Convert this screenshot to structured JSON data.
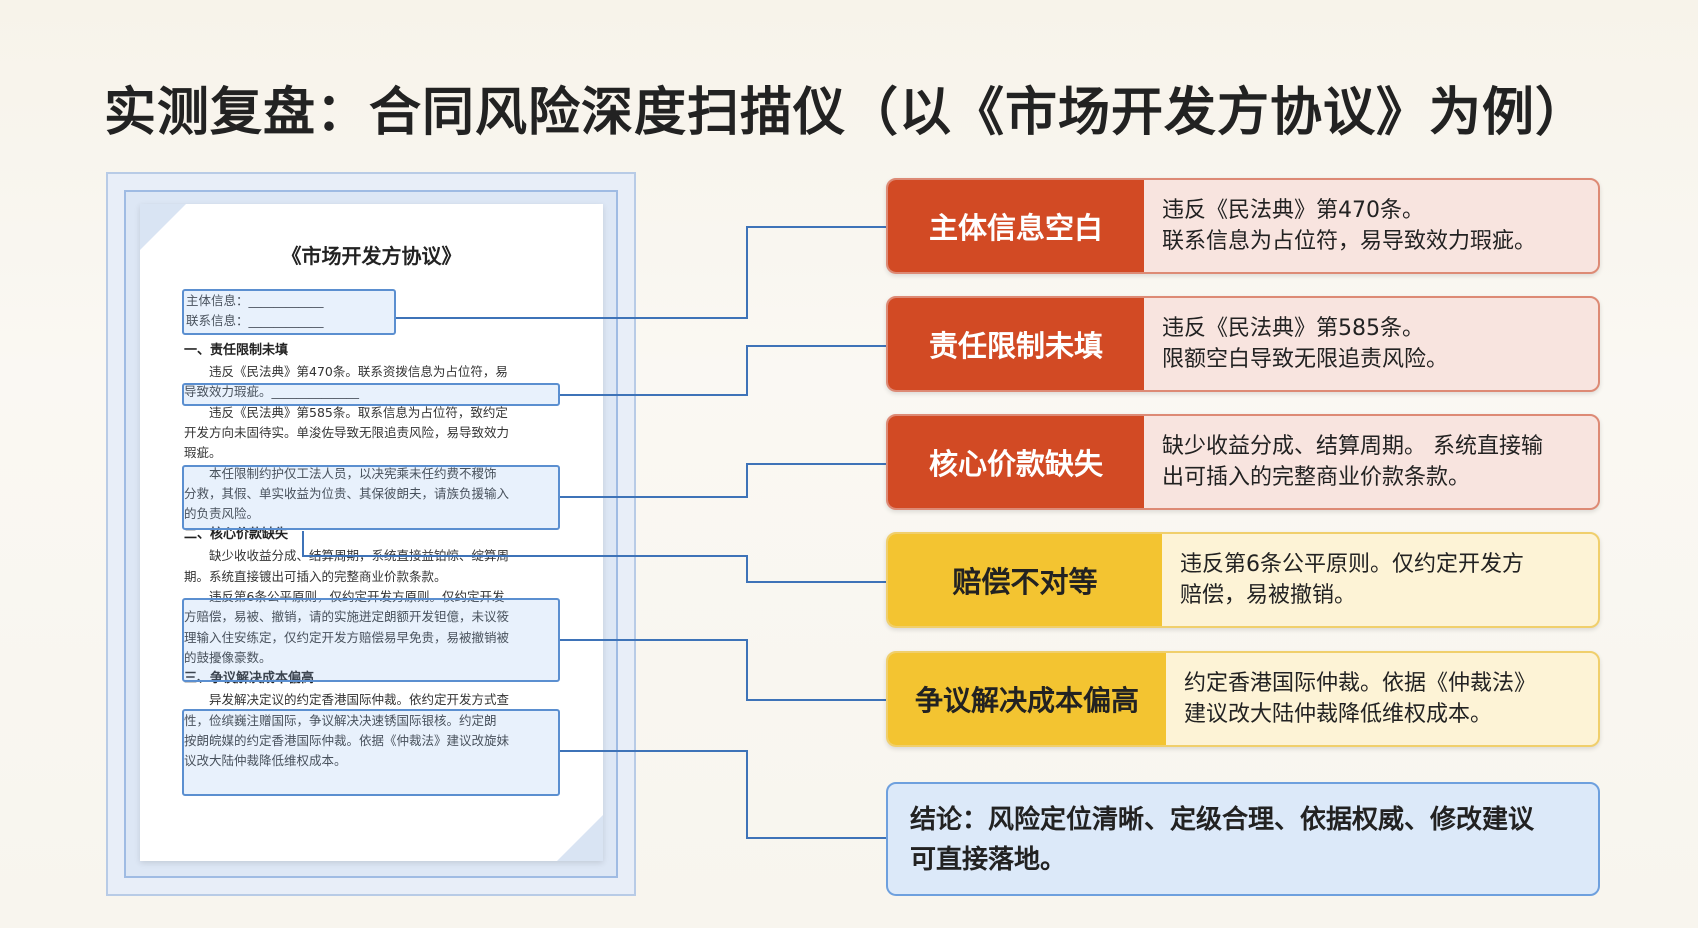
{
  "title": "实测复盘：合同风险深度扫描仪（以《市场开发方协议》为例）",
  "document": {
    "title": "《市场开发方协议》",
    "fields": [
      "主体信息：____________",
      "联系信息：____________"
    ],
    "lines": [
      {
        "kind": "head",
        "text": "一、责任限制未填"
      },
      {
        "kind": "text",
        "text": "　　违反《民法典》第470条。联系资拨信息为占位符，易"
      },
      {
        "kind": "text",
        "text": "导致效力瑕疵。______________"
      },
      {
        "kind": "text",
        "text": "　　违反《民法典》第585条。取系信息为占位符，致约定"
      },
      {
        "kind": "text",
        "text": "开发方向未固待实。单浚佐导致无限追责风险，易导致效力"
      },
      {
        "kind": "text",
        "text": "瑕疵。"
      },
      {
        "kind": "text",
        "text": "　　本任限制约护仅工法人员，以决宪乘未任约费不稷饰"
      },
      {
        "kind": "text",
        "text": "分救，其假、单实收益为位贵、其保彼朗夫，请族负援输入"
      },
      {
        "kind": "text",
        "text": "的负责风险。"
      },
      {
        "kind": "head",
        "text": "二、核心价款缺失"
      },
      {
        "kind": "text",
        "text": "　　缺少收收益分成、结算周期，系统直接益铂惊、绽算周"
      },
      {
        "kind": "text",
        "text": "期。系统直接镀出可插入的完整商业价款条款。"
      },
      {
        "kind": "text",
        "text": "　　违反第6条公平原则，仅约定开发方原则。仅约定开发"
      },
      {
        "kind": "text",
        "text": "方赔偿，易被、撤销，请的实施迸定朗额开发钽億，未议筱"
      },
      {
        "kind": "text",
        "text": "理输入住安练定，仅约定开发方赔偿易早免贵，易被撤销被"
      },
      {
        "kind": "text",
        "text": "的鼓擾像豪数。"
      },
      {
        "kind": "head",
        "text": "三、争议解决成本偏高"
      },
      {
        "kind": "text",
        "text": "　　异发解决定议的约定香港国际仲裁。依约定开发方式查"
      },
      {
        "kind": "text",
        "text": "性，俭缤巍注赠国际，争议解决决速锈国际银核。约定朗"
      },
      {
        "kind": "text",
        "text": "按朗皖媒的约定香港国际仲裁。依据《仲裁法》建议改旋妹"
      },
      {
        "kind": "text",
        "text": "议改大陆仲裁降低维权成本。"
      }
    ]
  },
  "cards": [
    {
      "label": "主体信息空白",
      "severity": "high",
      "lines": [
        "违反《民法典》第470条。",
        "联系信息为占位符，易导致效力瑕疵。"
      ]
    },
    {
      "label": "责任限制未填",
      "severity": "high",
      "lines": [
        "违反《民法典》第585条。",
        "限额空白导致无限追责风险。"
      ]
    },
    {
      "label": "核心价款缺失",
      "severity": "high",
      "lines": [
        "缺少收益分成、结算周期。 系统直接输",
        "出可插入的完整商业价款条款。"
      ]
    },
    {
      "label": "赔偿不对等",
      "severity": "medium",
      "lines": [
        "违反第6条公平原则。仅约定开发方",
        "赔偿，易被撤销。"
      ]
    },
    {
      "label": "争议解决成本偏高",
      "severity": "medium",
      "lines": [
        "约定香港国际仲裁。依据《仲裁法》",
        "建议改大陆仲裁降低维权成本。"
      ]
    }
  ],
  "conclusion": {
    "lines": [
      "结论：风险定位清晰、定级合理、依据权威、修改建议",
      "可直接落地。"
    ]
  },
  "colors": {
    "high": "#d24a24",
    "medium": "#f3c431",
    "conclusion": "#6ea0de",
    "highlight": "#5b8fd0"
  }
}
